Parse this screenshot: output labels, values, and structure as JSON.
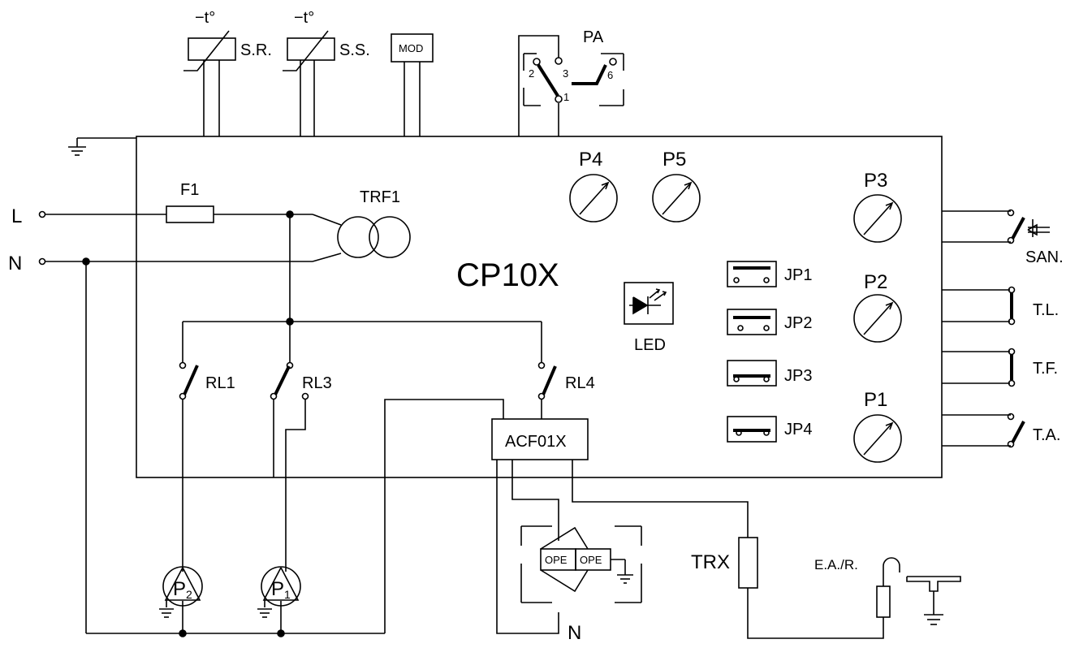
{
  "terminals": {
    "line": "L",
    "neutral": "N",
    "neutral_bottom": "N"
  },
  "board": {
    "name": "CP10X"
  },
  "sensors": {
    "temp_mark": "−t°",
    "sr_label": "S.R.",
    "ss_label": "S.S.",
    "mod_label": "MOD"
  },
  "pa_switch": {
    "label": "PA",
    "pin1": "1",
    "pin2": "2",
    "pin3": "3",
    "pin6": "6"
  },
  "fuse": {
    "label": "F1"
  },
  "transformer": {
    "label": "TRF1"
  },
  "potentiometers": {
    "p1": "P1",
    "p2": "P2",
    "p3": "P3",
    "p4": "P4",
    "p5": "P5"
  },
  "led": {
    "label": "LED"
  },
  "jumpers": {
    "jp1": "JP1",
    "jp2": "JP2",
    "jp3": "JP3",
    "jp4": "JP4"
  },
  "relays": {
    "rl1": "RL1",
    "rl3": "RL3",
    "rl4": "RL4"
  },
  "module": {
    "label": "ACF01X"
  },
  "operators": {
    "ope1": "OPE",
    "ope2": "OPE"
  },
  "external_contacts": {
    "san": "SAN.",
    "tl": "T.L.",
    "tf": "T.F.",
    "ta": "T.A."
  },
  "pumps": {
    "p2_letter": "P",
    "p2_sub": "2",
    "p1_letter": "P",
    "p1_sub": "1"
  },
  "trx": {
    "label": "TRX"
  },
  "antenna": {
    "label": "E.A./R."
  }
}
